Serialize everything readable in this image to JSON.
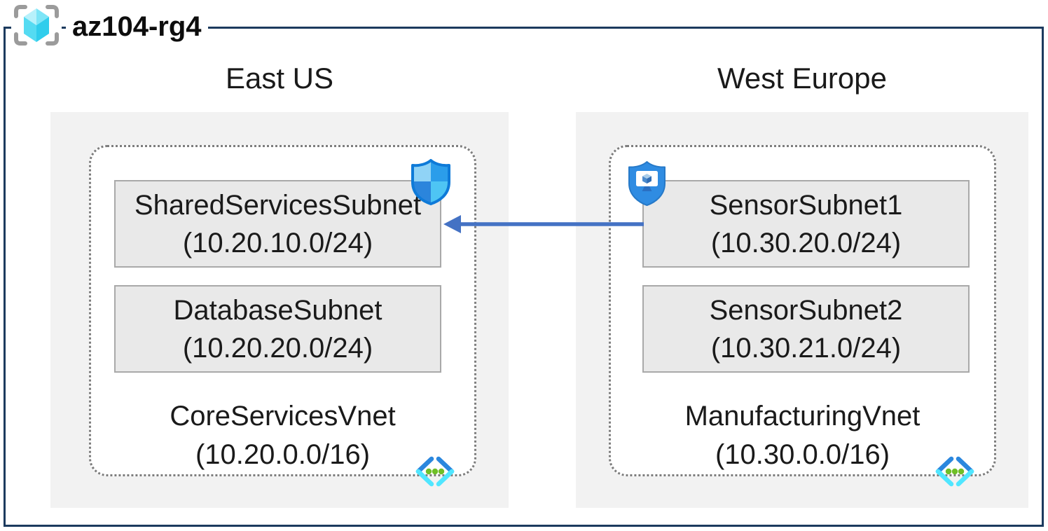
{
  "title": "az104-rg4",
  "regions": [
    {
      "name": "East US",
      "vnet": {
        "name": "CoreServicesVnet",
        "address_space": "(10.20.0.0/16)",
        "subnets": [
          {
            "name": "SharedServicesSubnet",
            "cidr": "(10.20.10.0/24)"
          },
          {
            "name": "DatabaseSubnet",
            "cidr": "(10.20.20.0/24)"
          }
        ]
      }
    },
    {
      "name": "West Europe",
      "vnet": {
        "name": "ManufacturingVnet",
        "address_space": "(10.30.0.0/16)",
        "subnets": [
          {
            "name": "SensorSubnet1",
            "cidr": "(10.30.20.0/24)"
          },
          {
            "name": "SensorSubnet2",
            "cidr": "(10.30.21.0/24)"
          }
        ]
      }
    }
  ],
  "connection": {
    "from": "SensorSubnet1",
    "to": "SharedServicesSubnet",
    "direction": "right-to-left",
    "color": "#4472c4"
  },
  "icons": {
    "resource_group": "resource-group-icon",
    "network_security_group": "nsg-shield-icon",
    "application_security_group": "asg-shield-icon",
    "virtual_network": "virtual-network-icon"
  },
  "colors": {
    "frame_border": "#1c3a5e",
    "region_fill": "#f2f2f2",
    "subnet_fill": "#e9e9e9",
    "subnet_border": "#a9a9a9",
    "vnet_dotted_border": "#7d7d7d",
    "arrow": "#4472c4",
    "vnet_icon_blue": "#2b87de",
    "vnet_icon_cyan": "#50e6ff",
    "vnet_icon_green": "#6fbf27"
  }
}
